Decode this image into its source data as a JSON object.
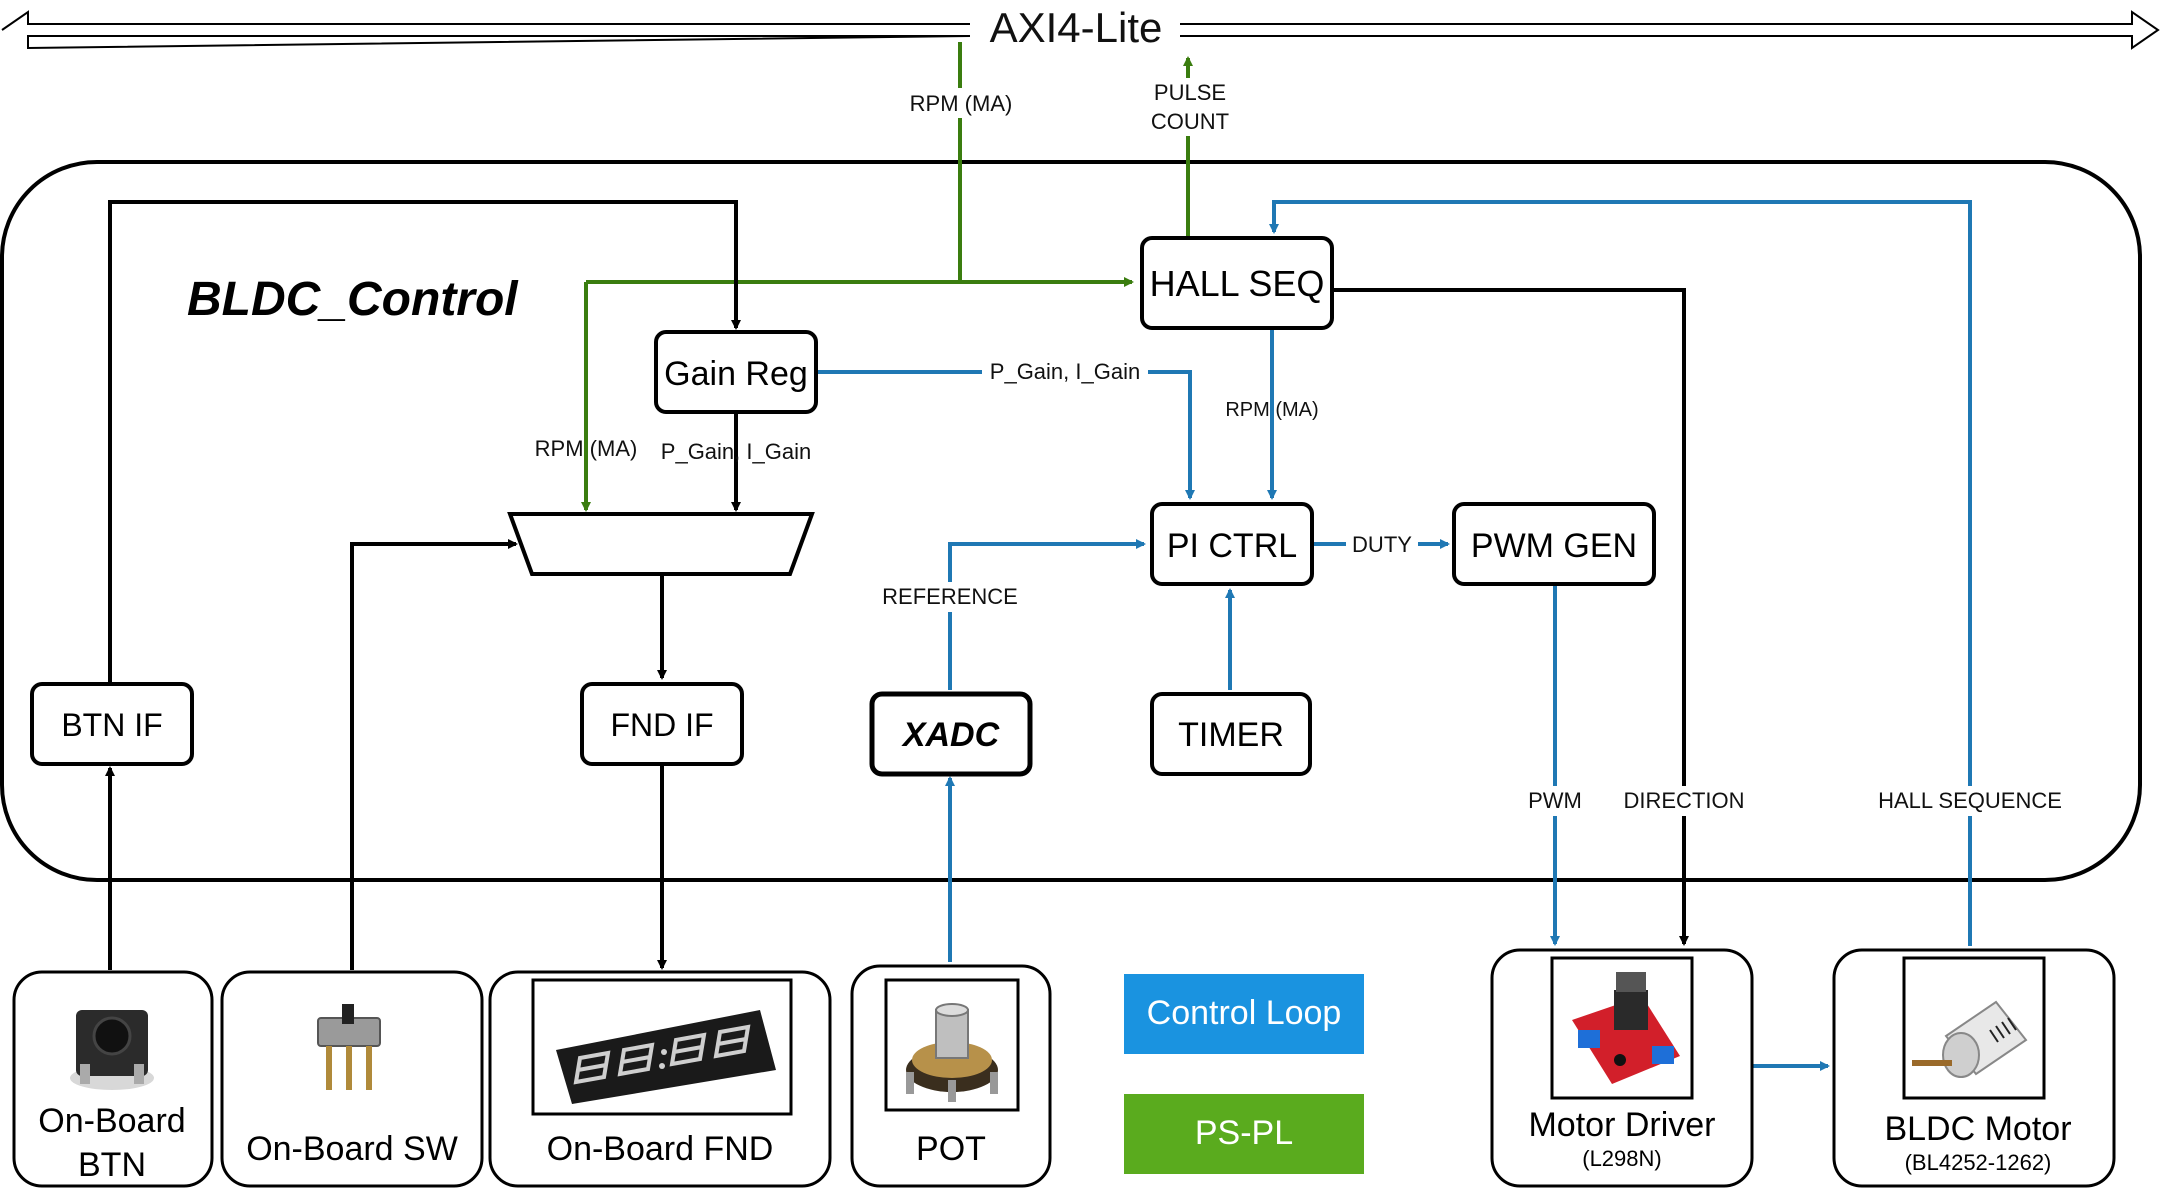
{
  "bus": {
    "label": "AXI4-Lite"
  },
  "container": {
    "title": "BLDC_Control"
  },
  "blocks": {
    "hall_seq": "HALL SEQ",
    "gain_reg": "Gain Reg",
    "pi_ctrl": "PI CTRL",
    "pwm_gen": "PWM GEN",
    "btn_if": "BTN IF",
    "fnd_if": "FND IF",
    "xadc": "XADC",
    "timer": "TIMER"
  },
  "signals": {
    "rpm_ma_bus": "RPM (MA)",
    "pulse_count_1": "PULSE",
    "pulse_count_2": "COUNT",
    "p_gain_i_gain_top": "P_Gain, I_Gain",
    "rpm_ma_hall": "RPM (MA)",
    "rpm_ma_mux": "RPM (MA)",
    "p_gain_i_gain_mux": "P_Gain, I_Gain",
    "duty": "DUTY",
    "reference": "REFERENCE",
    "pwm": "PWM",
    "direction": "DIRECTION",
    "hall_sequence": "HALL SEQUENCE"
  },
  "devices": {
    "btn_1": "On-Board",
    "btn_2": "BTN",
    "sw": "On-Board SW",
    "fnd": "On-Board FND",
    "pot": "POT",
    "driver": "Motor Driver",
    "driver_model": "(L298N)",
    "motor": "BLDC Motor",
    "motor_model": "(BL4252-1262)"
  },
  "legend": {
    "control_loop": "Control Loop",
    "ps_pl": "PS-PL"
  },
  "colors": {
    "control_loop": "#1a93e0",
    "ps_pl": "#5aab1e",
    "blue_line": "#1f78b4",
    "green_line": "#3a7d0f"
  }
}
